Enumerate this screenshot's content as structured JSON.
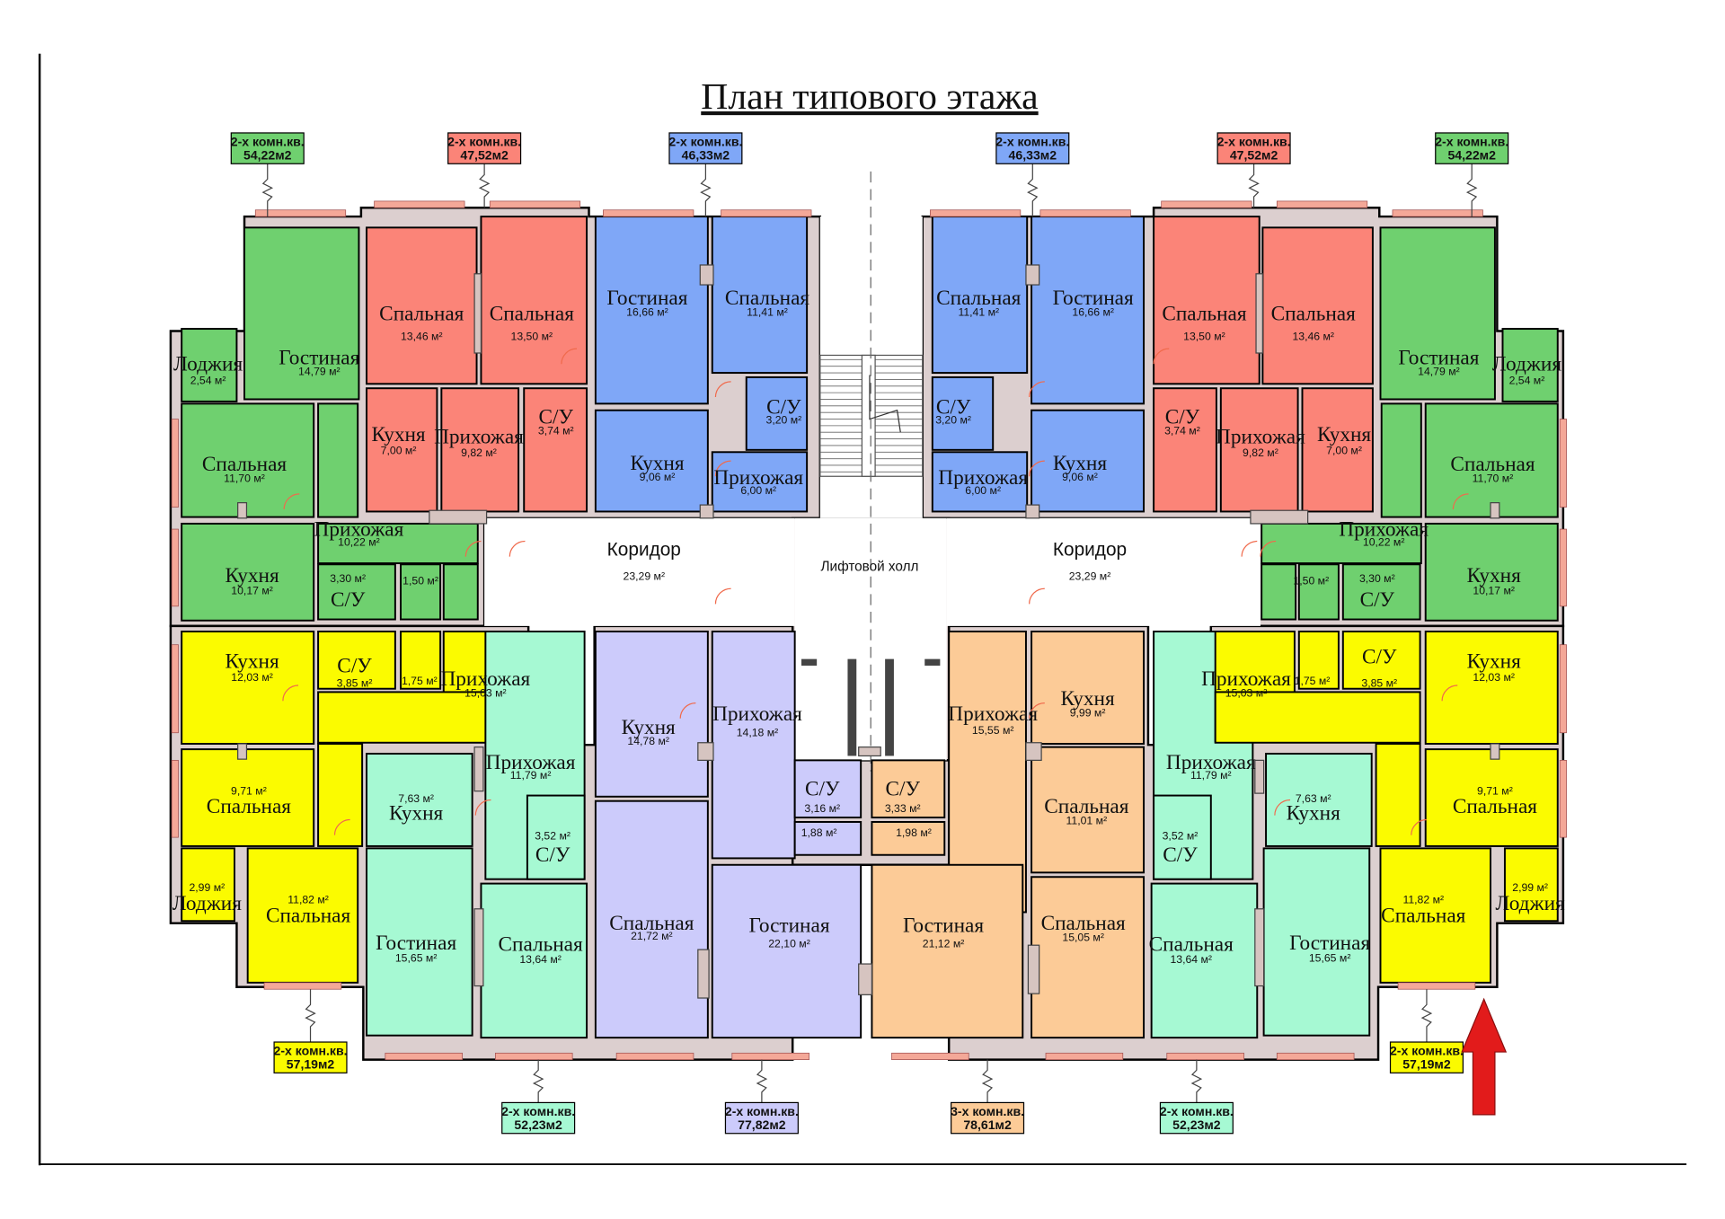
{
  "title": "План типового этажа",
  "colors": {
    "green": "#6fd06f",
    "red": "#fb8478",
    "blue": "#7fa7f7",
    "yellow": "#fbfb00",
    "mint": "#a6f9d3",
    "lavender": "#cccbfb",
    "orange": "#fccb97",
    "wall": "#dccfcf",
    "window": "#f4a898",
    "arrow": "#e21b1b"
  },
  "apartment_tags": [
    {
      "line1": "2-х комн.кв.",
      "line2": "54,22м2",
      "color": "green"
    },
    {
      "line1": "2-х комн.кв.",
      "line2": "47,52м2",
      "color": "red"
    },
    {
      "line1": "2-х комн.кв.",
      "line2": "46,33м2",
      "color": "blue"
    },
    {
      "line1": "2-х комн.кв.",
      "line2": "46,33м2",
      "color": "blue"
    },
    {
      "line1": "2-х комн.кв.",
      "line2": "47,52м2",
      "color": "red"
    },
    {
      "line1": "2-х комн.кв.",
      "line2": "54,22м2",
      "color": "green"
    },
    {
      "line1": "2-х комн.кв.",
      "line2": "57,19м2",
      "color": "yellow"
    },
    {
      "line1": "2-х комн.кв.",
      "line2": "52,23м2",
      "color": "mint"
    },
    {
      "line1": "2-х комн.кв.",
      "line2": "77,82м2",
      "color": "lavender"
    },
    {
      "line1": "3-х комн.кв.",
      "line2": "78,61м2",
      "color": "orange"
    },
    {
      "line1": "2-х комн.кв.",
      "line2": "52,23м2",
      "color": "mint"
    },
    {
      "line1": "2-х комн.кв.",
      "line2": "57,19м2",
      "color": "yellow"
    }
  ],
  "rooms": [
    {
      "name": "Лоджия",
      "area": "2,54 м²",
      "color": "green"
    },
    {
      "name": "Гостиная",
      "area": "14,79 м²",
      "color": "green"
    },
    {
      "name": "Спальная",
      "area": "11,70 м²",
      "color": "green"
    },
    {
      "name": "Прихожая",
      "area": "10,22 м²",
      "color": "green"
    },
    {
      "name": "Кухня",
      "area": "10,17 м²",
      "color": "green"
    },
    {
      "name": "С/У",
      "area": "3,30 м²",
      "color": "green"
    },
    {
      "name": "",
      "area": "1,50 м²",
      "color": "green"
    },
    {
      "name": "Спальная",
      "area": "13,46 м²",
      "color": "red"
    },
    {
      "name": "Спальная",
      "area": "13,50 м²",
      "color": "red"
    },
    {
      "name": "Кухня",
      "area": "7,00 м²",
      "color": "red"
    },
    {
      "name": "Прихожая",
      "area": "9,82 м²",
      "color": "red"
    },
    {
      "name": "С/У",
      "area": "3,74 м²",
      "color": "red"
    },
    {
      "name": "Гостиная",
      "area": "16,66 м²",
      "color": "blue"
    },
    {
      "name": "Спальная",
      "area": "11,41 м²",
      "color": "blue"
    },
    {
      "name": "С/У",
      "area": "3,20 м²",
      "color": "blue"
    },
    {
      "name": "Кухня",
      "area": "9,06 м²",
      "color": "blue"
    },
    {
      "name": "Прихожая",
      "area": "6,00 м²",
      "color": "blue"
    },
    {
      "name": "Спальная",
      "area": "11,41 м²",
      "color": "blue"
    },
    {
      "name": "Гостиная",
      "area": "16,66 м²",
      "color": "blue"
    },
    {
      "name": "С/У",
      "area": "3,20 м²",
      "color": "blue"
    },
    {
      "name": "Прихожая",
      "area": "6,00 м²",
      "color": "blue"
    },
    {
      "name": "Кухня",
      "area": "9,06 м²",
      "color": "blue"
    },
    {
      "name": "Спальная",
      "area": "13,50 м²",
      "color": "red"
    },
    {
      "name": "Спальная",
      "area": "13,46 м²",
      "color": "red"
    },
    {
      "name": "С/У",
      "area": "3,74 м²",
      "color": "red"
    },
    {
      "name": "Прихожая",
      "area": "9,82 м²",
      "color": "red"
    },
    {
      "name": "Кухня",
      "area": "7,00 м²",
      "color": "red"
    },
    {
      "name": "Гостиная",
      "area": "14,79 м²",
      "color": "green"
    },
    {
      "name": "Лоджия",
      "area": "2,54 м²",
      "color": "green"
    },
    {
      "name": "Спальная",
      "area": "11,70 м²",
      "color": "green"
    },
    {
      "name": "Прихожая",
      "area": "10,22 м²",
      "color": "green"
    },
    {
      "name": "",
      "area": "1,50 м²",
      "color": "green"
    },
    {
      "name": "С/У",
      "area": "3,30 м²",
      "color": "green"
    },
    {
      "name": "Кухня",
      "area": "10,17 м²",
      "color": "green"
    },
    {
      "name": "Кухня",
      "area": "12,03 м²",
      "color": "yellow"
    },
    {
      "name": "С/У",
      "area": "3,85 м²",
      "color": "yellow"
    },
    {
      "name": "",
      "area": "1,75 м²",
      "color": "yellow"
    },
    {
      "name": "Прихожая",
      "area": "15,03 м²",
      "color": "yellow"
    },
    {
      "name": "Спальная",
      "area": "9,71 м²",
      "color": "yellow"
    },
    {
      "name": "Лоджия",
      "area": "2,99 м²",
      "color": "yellow"
    },
    {
      "name": "Спальная",
      "area": "11,82 м²",
      "color": "yellow"
    },
    {
      "name": "Кухня",
      "area": "7,63 м²",
      "color": "mint"
    },
    {
      "name": "Прихожая",
      "area": "11,79 м²",
      "color": "mint"
    },
    {
      "name": "С/У",
      "area": "3,52 м²",
      "color": "mint"
    },
    {
      "name": "Гостиная",
      "area": "15,65 м²",
      "color": "mint"
    },
    {
      "name": "Спальная",
      "area": "13,64 м²",
      "color": "mint"
    },
    {
      "name": "Кухня",
      "area": "14,78 м²",
      "color": "lavender"
    },
    {
      "name": "Прихожая",
      "area": "14,18 м²",
      "color": "lavender"
    },
    {
      "name": "С/У",
      "area": "3,16 м²",
      "color": "lavender"
    },
    {
      "name": "",
      "area": "1,88 м²",
      "color": "lavender"
    },
    {
      "name": "Спальная",
      "area": "21,72 м²",
      "color": "lavender"
    },
    {
      "name": "Гостиная",
      "area": "22,10 м²",
      "color": "lavender"
    },
    {
      "name": "С/У",
      "area": "3,33 м²",
      "color": "orange"
    },
    {
      "name": "",
      "area": "1,98 м²",
      "color": "orange"
    },
    {
      "name": "Прихожая",
      "area": "15,55 м²",
      "color": "orange"
    },
    {
      "name": "Кухня",
      "area": "9,99 м²",
      "color": "orange"
    },
    {
      "name": "Спальная",
      "area": "11,01 м²",
      "color": "orange"
    },
    {
      "name": "Гостиная",
      "area": "21,12 м²",
      "color": "orange"
    },
    {
      "name": "Спальная",
      "area": "15,05 м²",
      "color": "orange"
    },
    {
      "name": "Прихожая",
      "area": "11,79 м²",
      "color": "mint"
    },
    {
      "name": "Кухня",
      "area": "7,63 м²",
      "color": "mint"
    },
    {
      "name": "С/У",
      "area": "3,52 м²",
      "color": "mint"
    },
    {
      "name": "Спальная",
      "area": "13,64 м²",
      "color": "mint"
    },
    {
      "name": "Гостиная",
      "area": "15,65 м²",
      "color": "mint"
    },
    {
      "name": "Прихожая",
      "area": "15,03 м²",
      "color": "yellow"
    },
    {
      "name": "",
      "area": "1,75 м²",
      "color": "yellow"
    },
    {
      "name": "С/У",
      "area": "3,85 м²",
      "color": "yellow"
    },
    {
      "name": "Кухня",
      "area": "12,03 м²",
      "color": "yellow"
    },
    {
      "name": "Спальная",
      "area": "9,71 м²",
      "color": "yellow"
    },
    {
      "name": "Спальная",
      "area": "11,82 м²",
      "color": "yellow"
    },
    {
      "name": "Лоджия",
      "area": "2,99 м²",
      "color": "yellow"
    }
  ],
  "common_areas": [
    {
      "name": "Коридор",
      "area": "23,29 м²"
    },
    {
      "name": "Коридор",
      "area": "23,29 м²"
    },
    {
      "name": "Лифтовой холл",
      "area": ""
    }
  ]
}
